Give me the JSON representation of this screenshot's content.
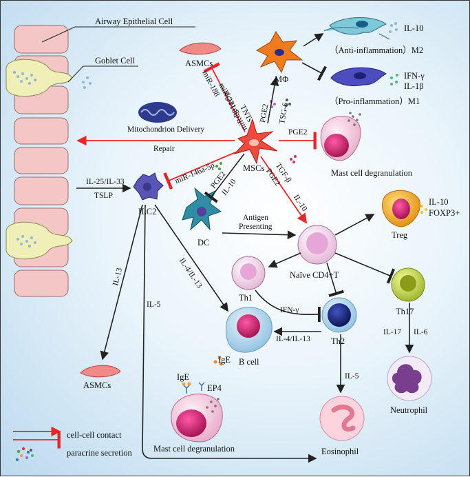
{
  "cells": {
    "airway_epithelial": "Airway Epithelial Cell",
    "goblet": "Goblet Cell",
    "asmcs_top": "ASMCs",
    "asmcs_bottom": "ASMCs",
    "mscs": "MSCs",
    "mphi": "MΦ",
    "m2": "（Anti-inflammation）M2",
    "m1": "（Pro-inflammation）M1",
    "mast_top": "Mast cell degranulation",
    "mast_bottom": "Mast cell degranulation",
    "ilc2": "ILC2",
    "dc": "DC",
    "naive": "Naïve CD4+T",
    "treg": "Treg",
    "th1": "Th1",
    "th2": "Th2",
    "th17": "Th17",
    "bcell": "B cell",
    "neutrophil": "Neutrophil",
    "eosinophil": "Eosinophil"
  },
  "labels": {
    "il10_m2": "IL-10",
    "ifng_m1": "IFN-γ",
    "il1b_m1": "IL-1β",
    "pge2_mphi": "PGE2",
    "tsg6": "TSG-6",
    "mir301": "miR-301a-3p",
    "tnts": "TNTs",
    "mir188": "miR-188",
    "mir221": "miR-221-5p",
    "mito": "Mitochondrion Delivery",
    "repair": "Repair",
    "pge2_mast": "PGE2",
    "mir146": "miR-146a-5p",
    "il25": "IL-25/IL-33",
    "tslp": "TSLP",
    "pge2_dc": "PGE2",
    "il10_dc": "IL-10",
    "tgfb": "TGF-β",
    "pge2_t": "PGE2",
    "il10_t": "IL-10",
    "antigen": "Antigen",
    "presenting": "Presenting",
    "il10_treg": "IL-10",
    "foxp3": "FOXP3+",
    "il13": "IL-13",
    "il5_left": "IL-5",
    "il4il13_ilc2": "IL-4/IL-13",
    "ifng_th1": "IFN-γ",
    "il4il13_th2": "IL-4/IL-13",
    "ige_b": "IgE",
    "il5_th2": "IL-5",
    "il17": "IL-17",
    "il6": "IL-6",
    "ige_mast": "IgE",
    "ep4": "EP4"
  },
  "legend": {
    "contact": "cell-cell contact",
    "paracrine": "paracrine secretion"
  },
  "colors": {
    "activation": "#222222",
    "msc_effect": "#e8262a",
    "epithelium": "#f4c7c7",
    "msc_cell": "#ef4a3c",
    "mphi_cell": "#f07a1e",
    "ilc2_cell": "#5a56b8",
    "dc_cell": "#2f8ea6",
    "th2_cell": "#1a237e",
    "th17_cell": "#d8e85a",
    "treg_cell": "#f6b22a",
    "nucleus": "#c21872"
  }
}
